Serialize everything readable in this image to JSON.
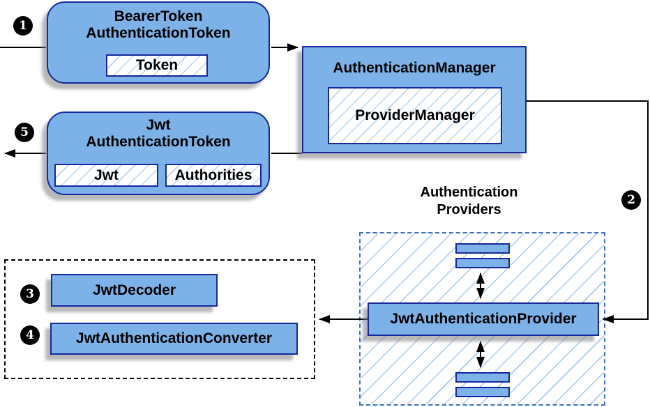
{
  "nodes": {
    "bearer_token": {
      "line1": "BearerToken",
      "line2": "AuthenticationToken",
      "field_token": "Token"
    },
    "authentication_manager": {
      "title": "AuthenticationManager",
      "inner": "ProviderManager"
    },
    "jwt_authentication_token": {
      "line1": "Jwt",
      "line2": "AuthenticationToken",
      "field_jwt": "Jwt",
      "field_authorities": "Authorities"
    },
    "jwt_authentication_provider": {
      "title": "JwtAuthenticationProvider"
    },
    "jwt_decoder": {
      "title": "JwtDecoder"
    },
    "jwt_authentication_converter": {
      "title": "JwtAuthenticationConverter"
    }
  },
  "labels": {
    "providers_line1": "Authentication",
    "providers_line2": "Providers"
  },
  "steps": {
    "s1": "1",
    "s2": "2",
    "s3": "3",
    "s4": "4",
    "s5": "5"
  },
  "colors": {
    "node_fill": "#7CB2E8",
    "node_border": "#16289C",
    "hatch_line": "#A9C9EC",
    "providers_dash_border": "#3E6FC4",
    "black_dash_border": "#000000",
    "connector": "#000000",
    "shadow": "#7D7D7D",
    "badge_bg": "#000000",
    "badge_text": "#FFFFFF"
  }
}
